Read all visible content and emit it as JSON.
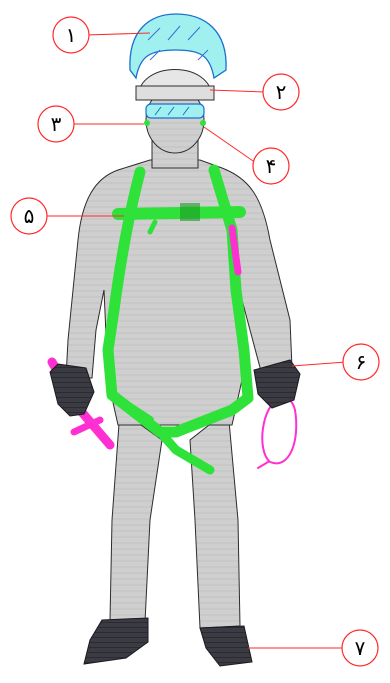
{
  "callouts": [
    {
      "id": 1,
      "label": "۱",
      "part": "face-shield"
    },
    {
      "id": 2,
      "label": "۲",
      "part": "safety-helmet"
    },
    {
      "id": 3,
      "label": "۳",
      "part": "earplugs"
    },
    {
      "id": 4,
      "label": "۴",
      "part": "safety-goggles"
    },
    {
      "id": 5,
      "label": "۵",
      "part": "full-body-harness"
    },
    {
      "id": 6,
      "label": "۶",
      "part": "safety-gloves"
    },
    {
      "id": 7,
      "label": "۷",
      "part": "safety-boots"
    }
  ],
  "colors": {
    "suit": "#c9c9c9",
    "outline": "#2c2c2c",
    "harness": "#2fe23a",
    "lanyard": "#ff2fd2",
    "shield": "#9ff0ef",
    "glove": "#3a3a42",
    "callout": "#ff2a2a"
  }
}
